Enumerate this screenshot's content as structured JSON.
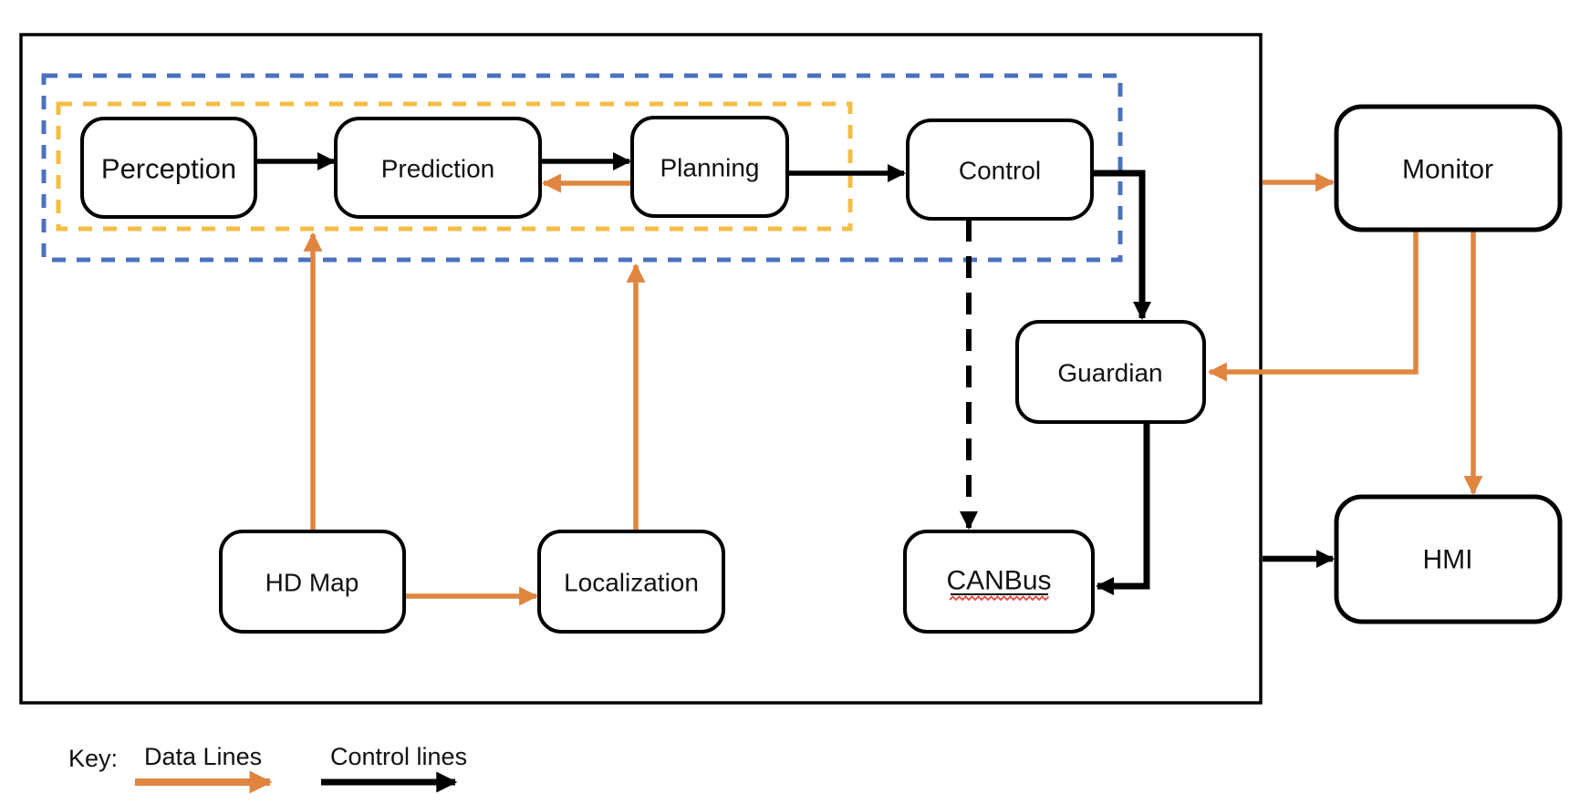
{
  "nodes": {
    "perception": {
      "label": "Perception"
    },
    "prediction": {
      "label": "Prediction"
    },
    "planning": {
      "label": "Planning"
    },
    "control": {
      "label": "Control"
    },
    "monitor": {
      "label": "Monitor"
    },
    "guardian": {
      "label": "Guardian"
    },
    "canbus": {
      "label": "CANBus"
    },
    "hd_map": {
      "label": "HD Map"
    },
    "localization": {
      "label": "Localization"
    },
    "hmi": {
      "label": "HMI"
    }
  },
  "legend": {
    "key_label": "Key:",
    "data_lines_label": "Data Lines",
    "control_lines_label": "Control lines"
  },
  "colors": {
    "data_line_orange": "#E08540",
    "control_line_black": "#000000",
    "inner_group_dashed_gold": "#F5BD45",
    "outer_group_dashed_blue": "#4B71BF",
    "node_border": "#000000",
    "node_fill": "#FFFFFF",
    "spellcheck_red": "#E5473A"
  }
}
